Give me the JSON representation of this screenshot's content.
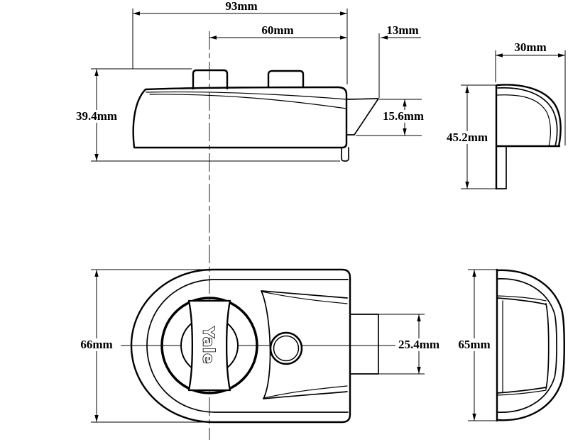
{
  "page": {
    "background": "#ffffff",
    "line_color": "#000000"
  },
  "logo": {
    "brand": "Yale"
  },
  "dims": {
    "overall_width": "93mm",
    "center_offset": "60mm",
    "latch_projection": "13mm",
    "case_depth_top": "39.4mm",
    "latch_bevel_height": "15.6mm",
    "cylinder_depth": "30mm",
    "cylinder_height": "45.2mm",
    "case_height_front": "66mm",
    "bolt_width": "25.4mm",
    "case_height_side": "65mm"
  }
}
